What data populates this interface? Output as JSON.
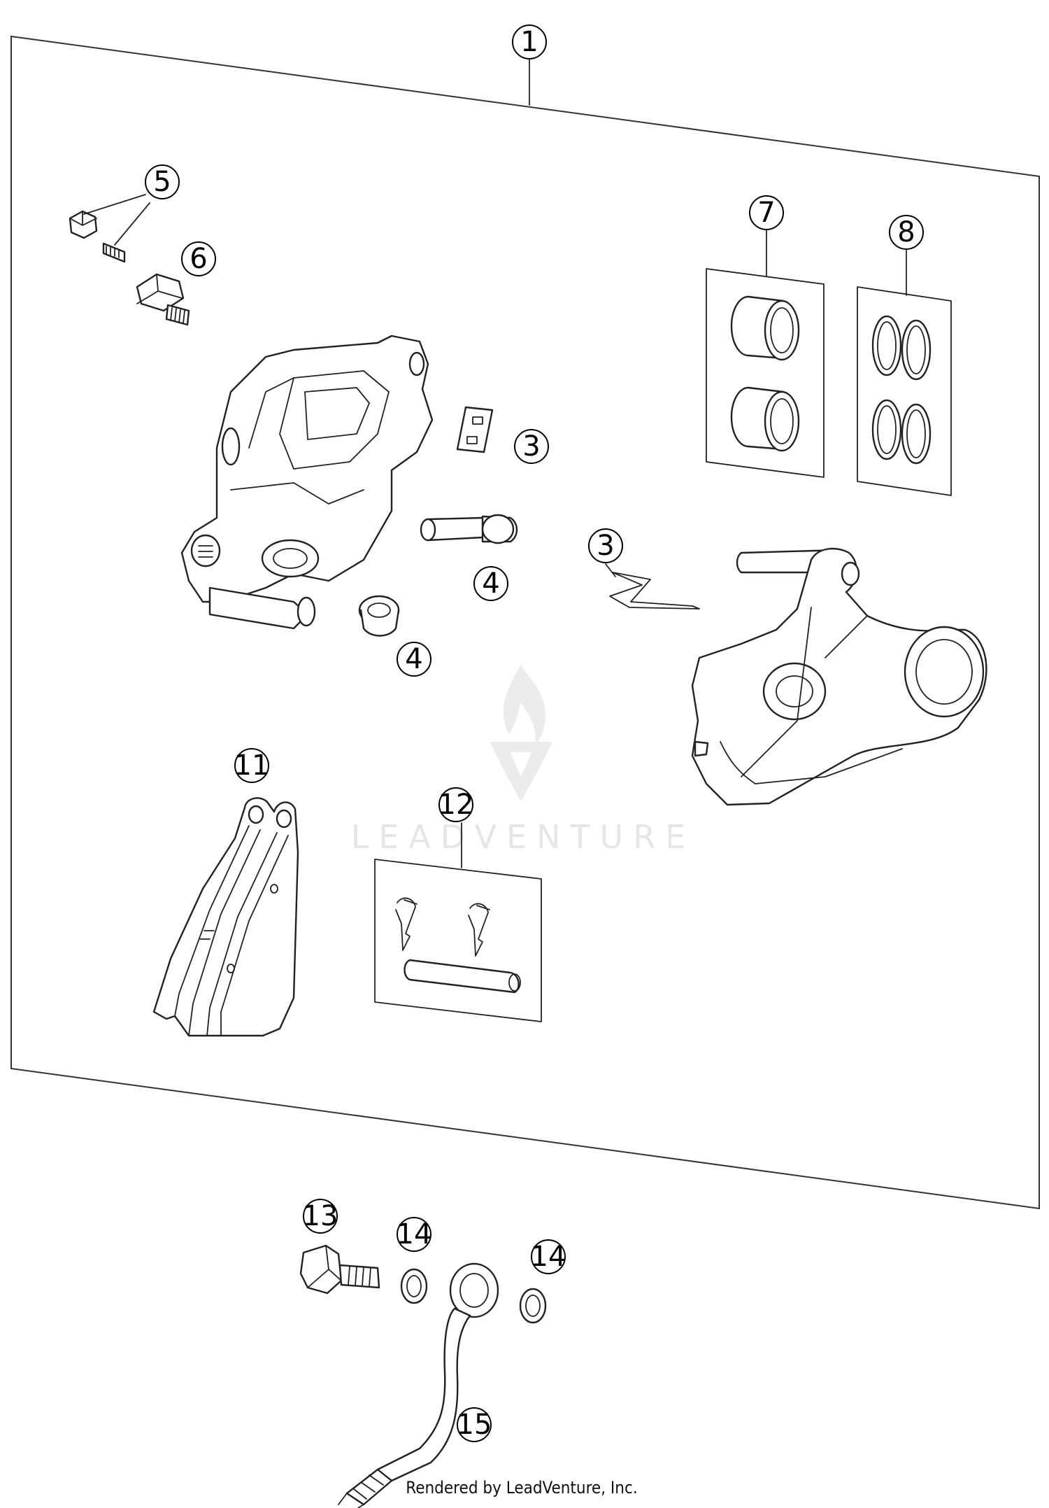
{
  "callouts": [
    {
      "id": "c1",
      "label": "1"
    },
    {
      "id": "c5",
      "label": "5"
    },
    {
      "id": "c6",
      "label": "6"
    },
    {
      "id": "c7",
      "label": "7"
    },
    {
      "id": "c8",
      "label": "8"
    },
    {
      "id": "c3a",
      "label": "3"
    },
    {
      "id": "c3b",
      "label": "3"
    },
    {
      "id": "c4a",
      "label": "4"
    },
    {
      "id": "c4b",
      "label": "4"
    },
    {
      "id": "c11",
      "label": "11"
    },
    {
      "id": "c12",
      "label": "12"
    },
    {
      "id": "c13",
      "label": "13"
    },
    {
      "id": "c14a",
      "label": "14"
    },
    {
      "id": "c14b",
      "label": "14"
    },
    {
      "id": "c15",
      "label": "15"
    }
  ],
  "watermark": {
    "text": "LEADVENTURE",
    "color": "#e6e6e6"
  },
  "footer": {
    "credit": "Rendered by LeadVenture, Inc."
  }
}
